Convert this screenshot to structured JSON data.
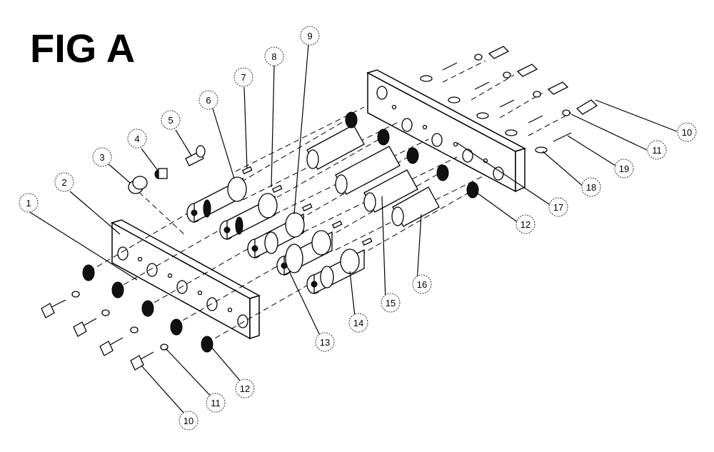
{
  "figure": {
    "title": "FIG A"
  },
  "callouts": [
    "1",
    "2",
    "3",
    "4",
    "5",
    "6",
    "7",
    "8",
    "9",
    "10",
    "11",
    "12",
    "13",
    "14",
    "15",
    "16",
    "17",
    "18",
    "19",
    "10",
    "11",
    "12"
  ]
}
